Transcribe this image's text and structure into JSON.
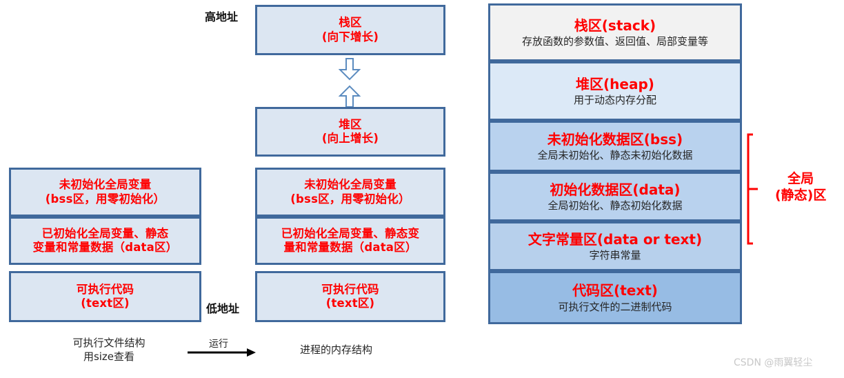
{
  "diagram": {
    "labels": {
      "high_address": "高地址",
      "low_address": "低地址",
      "run_arrow": "运行",
      "left_caption_line1": "可执行文件结构",
      "left_caption_line2": "用size查看",
      "right_caption": "进程的内存结构",
      "global_bracket_line1": "全局",
      "global_bracket_line2": "(静态)区"
    },
    "colors": {
      "box_border": "#40699c",
      "box_fill_light": "#dce6f2",
      "title_red": "#ff0000",
      "bracket_red": "#ff0000",
      "arrow_outline": "#5b8bbf",
      "stack_fill": "#f2f2f2",
      "heap_fill": "#dce9f7",
      "data_fill": "#b9d2ee",
      "code_fill": "#97bce4"
    },
    "executable_file": {
      "caption": "可执行文件结构 用size查看",
      "segments": [
        {
          "line1": "未初始化全局变量",
          "line2": "(bss区，用零初始化）"
        },
        {
          "line1": "已初始化全局变量、静态",
          "line2": "变量和常量数据（data区）"
        },
        {
          "line1": "可执行代码",
          "line2": "(text区)"
        }
      ]
    },
    "process_memory": {
      "caption": "进程的内存结构",
      "segments": [
        {
          "line1": "栈区",
          "line2": "(向下增长)"
        },
        {
          "line1": "堆区",
          "line2": "(向上增长)"
        },
        {
          "line1": "未初始化全局变量",
          "line2": "(bss区，用零初始化）"
        },
        {
          "line1": "已初始化全局变量、静态变",
          "line2": "量和常量数据（data区）"
        },
        {
          "line1": "可执行代码",
          "line2": "(text区)"
        }
      ],
      "growth_arrows": {
        "down": "down-arrow-icon",
        "up": "up-arrow-icon"
      }
    },
    "memory_layout_detail": {
      "segments": [
        {
          "title": "栈区(stack)",
          "desc": "存放函数的参数值、返回值、局部变量等"
        },
        {
          "title": "堆区(heap)",
          "desc": "用于动态内存分配"
        },
        {
          "title": "未初始化数据区(bss)",
          "desc": "全局未初始化、静态未初始化数据"
        },
        {
          "title": "初始化数据区(data)",
          "desc": "全局初始化、静态初始化数据"
        },
        {
          "title": "文字常量区(data or text)",
          "desc": "字符串常量"
        },
        {
          "title": "代码区(text)",
          "desc": "可执行文件的二进制代码"
        }
      ]
    },
    "watermark": "CSDN @雨翼轻尘"
  }
}
